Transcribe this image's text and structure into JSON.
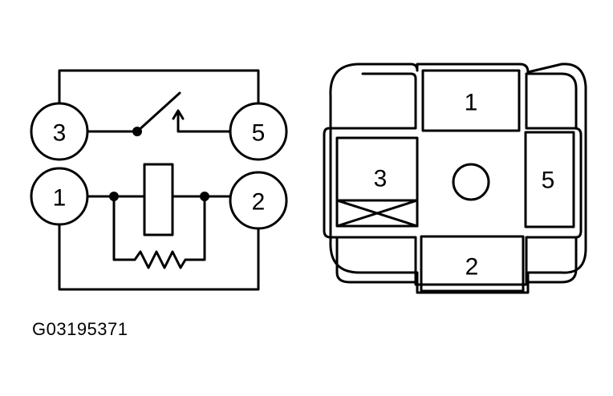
{
  "schematic": {
    "pins": [
      {
        "id": "pin-3",
        "label": "3"
      },
      {
        "id": "pin-5",
        "label": "5"
      },
      {
        "id": "pin-1",
        "label": "1"
      },
      {
        "id": "pin-2",
        "label": "2"
      }
    ]
  },
  "connector": {
    "terminals": [
      {
        "id": "terminal-1",
        "label": "1"
      },
      {
        "id": "terminal-3",
        "label": "3"
      },
      {
        "id": "terminal-5",
        "label": "5"
      },
      {
        "id": "terminal-2",
        "label": "2"
      }
    ]
  },
  "caption": "G03195371"
}
